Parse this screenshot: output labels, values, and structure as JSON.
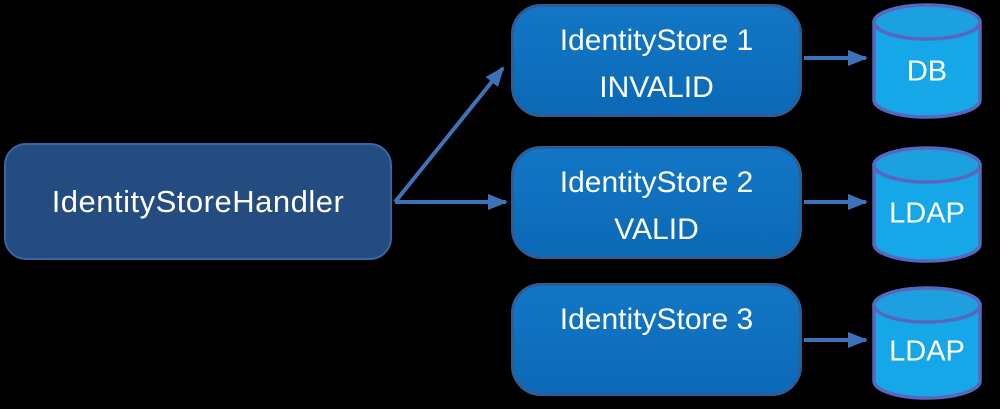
{
  "diagram": {
    "handler": {
      "label": "IdentityStoreHandler"
    },
    "stores": [
      {
        "title": "IdentityStore 1",
        "status": "INVALID",
        "backend": "DB"
      },
      {
        "title": "IdentityStore 2",
        "status": "VALID",
        "backend": "LDAP"
      },
      {
        "title": "IdentityStore 3",
        "status": "",
        "backend": "LDAP"
      }
    ],
    "edges": [
      {
        "from": "IdentityStoreHandler",
        "to": "IdentityStore 1"
      },
      {
        "from": "IdentityStoreHandler",
        "to": "IdentityStore 2"
      },
      {
        "from": "IdentityStore 1",
        "to": "DB"
      },
      {
        "from": "IdentityStore 2",
        "to": "LDAP"
      },
      {
        "from": "IdentityStore 3",
        "to": "LDAP"
      }
    ]
  },
  "colors": {
    "bg": "#000000",
    "handler-fill": "#254C80",
    "handler-stroke": "#3B64A4",
    "store-fill-top": "#1277C6",
    "store-fill-bottom": "#0B69B6",
    "store-stroke": "#2E5C94",
    "cyl-fill": "#16A7E8",
    "cyl-top-fill": "#1CA0DF",
    "cyl-stroke": "#5866BE",
    "arrow": "#3E72B8",
    "text": "#FFFFFF"
  }
}
